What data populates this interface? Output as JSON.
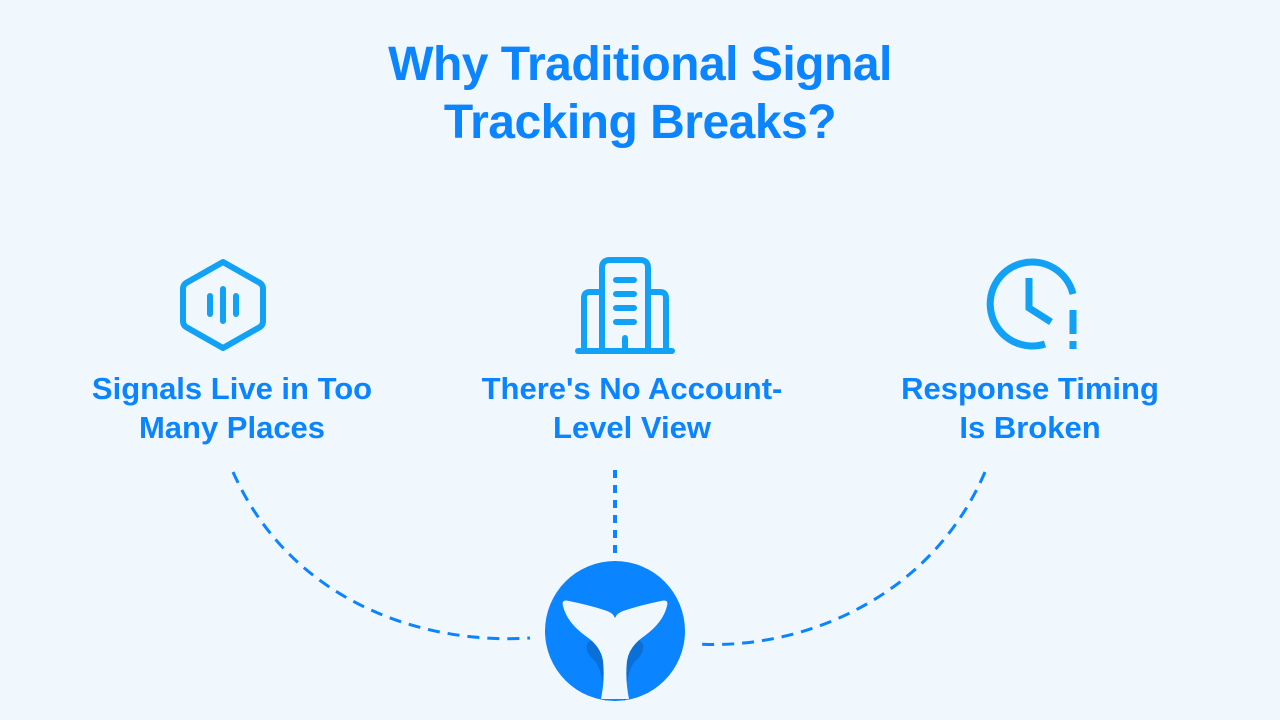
{
  "title": {
    "line1": "Why Traditional Signal",
    "line2": "Tracking Breaks?"
  },
  "items": [
    {
      "icon": "hexagon-signal-icon",
      "line1": "Signals Live in Too",
      "line2": "Many Places"
    },
    {
      "icon": "building-icon",
      "line1": "There's No Account-",
      "line2": "Level View"
    },
    {
      "icon": "clock-alert-icon",
      "line1": "Response Timing",
      "line2": "Is Broken"
    }
  ],
  "logo": {
    "icon": "whale-tail-logo-icon"
  },
  "colors": {
    "background": "#f0f7fd",
    "primary": "#0a84ff",
    "icon": "#11a2f5",
    "logo_shadow": "#0a6fd6"
  }
}
